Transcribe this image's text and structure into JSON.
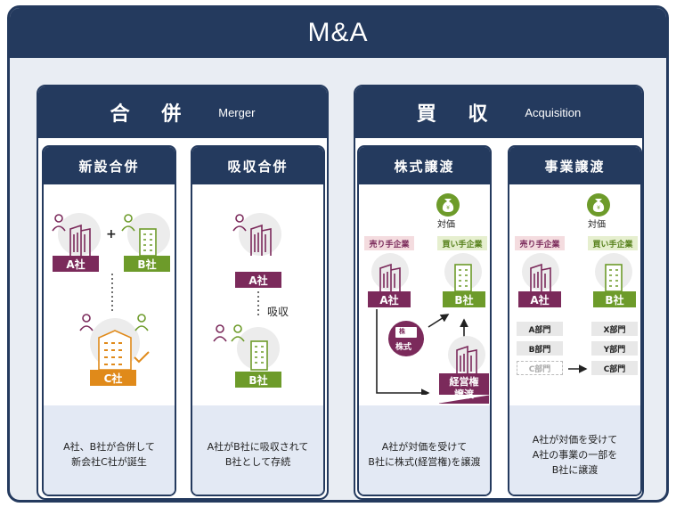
{
  "title": "M&A",
  "merger": {
    "title_jp": "合 併",
    "title_en": "Merger",
    "cards": [
      {
        "title": "新設合併",
        "labels": {
          "a": "A社",
          "b": "B社",
          "c": "C社"
        },
        "plus": "+",
        "caption": "A社、B社が合併して\n新会社C社が誕生"
      },
      {
        "title": "吸収合併",
        "labels": {
          "a": "A社",
          "b": "B社"
        },
        "arrow_text": "吸収",
        "caption": "A社がB社に吸収されて\nB社として存続"
      }
    ]
  },
  "acquisition": {
    "title_jp": "買 収",
    "title_en": "Acquisition",
    "cards": [
      {
        "title": "株式譲渡",
        "consideration": "対価",
        "seller": "売り手企業",
        "buyer": "買い手企業",
        "labels": {
          "a": "A社",
          "b": "B社"
        },
        "stock_badge": "株式",
        "stock_cert": "株",
        "transfer_label": "経営権\n譲渡",
        "caption": "A社が対価を受けて\nB社に株式(経営権)を譲渡"
      },
      {
        "title": "事業譲渡",
        "consideration": "対価",
        "seller": "売り手企業",
        "buyer": "買い手企業",
        "labels": {
          "a": "A社",
          "b": "B社"
        },
        "a_depts": [
          "A部門",
          "B部門",
          "C部門"
        ],
        "b_depts": [
          "X部門",
          "Y部門",
          "C部門"
        ],
        "caption": "A社が対価を受けて\nA社の事業の一部を\nB社に譲渡"
      }
    ]
  },
  "colors": {
    "navy": "#243a5e",
    "plum": "#7b2a5b",
    "green": "#6d9b2a",
    "orange": "#e08a1a",
    "panel": "#e3e9f4"
  }
}
